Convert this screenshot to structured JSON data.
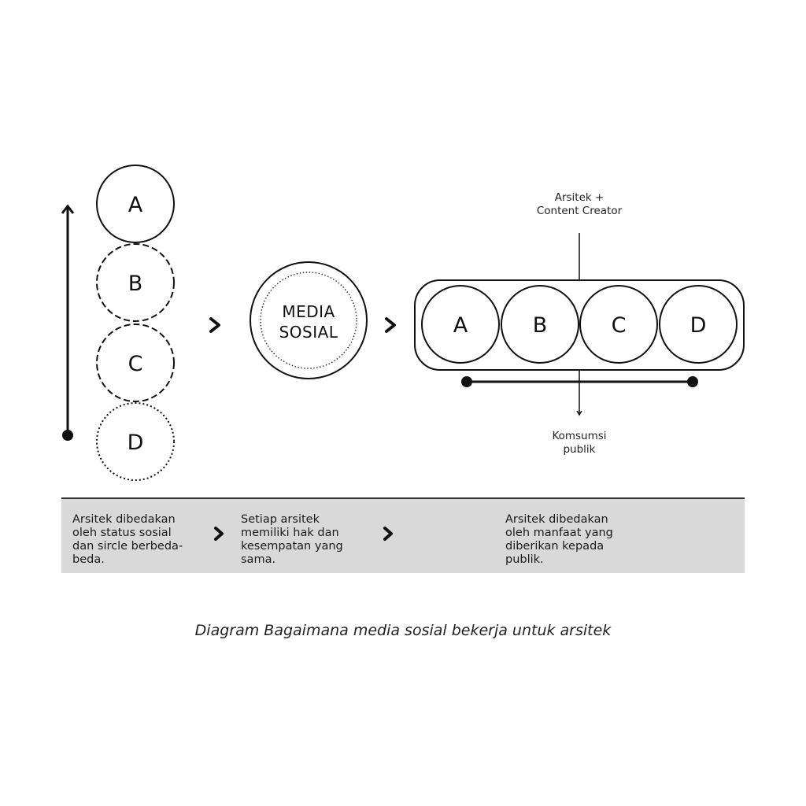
{
  "left_stack": {
    "circles": [
      {
        "label": "A",
        "border": "solid"
      },
      {
        "label": "B",
        "border": "dashed"
      },
      {
        "label": "C",
        "border": "dashed"
      },
      {
        "label": "D",
        "border": "dotted"
      }
    ],
    "arrow": "upward-arrow"
  },
  "center": {
    "line1": "MEDIA",
    "line2": "SOSIAL"
  },
  "right_group": {
    "circles": [
      "A",
      "B",
      "C",
      "D"
    ],
    "top_label_line1": "Arsitek +",
    "top_label_line2": "Content Creator",
    "bottom_label_line1": "Komsumsi",
    "bottom_label_line2": "publik"
  },
  "panel": {
    "texts": [
      "Arsitek dibedakan\noleh status sosial\ndan sircle berbeda-\nbeda.",
      "Setiap arsitek\nmemiliki hak dan\nkesempatan yang\nsama.",
      "Arsitek dibedakan\noleh manfaat yang\ndiberikan kepada\npublik."
    ],
    "background": "#d9d9d9"
  },
  "caption": "Diagram Bagaimana media sosial bekerja untuk arsitek"
}
